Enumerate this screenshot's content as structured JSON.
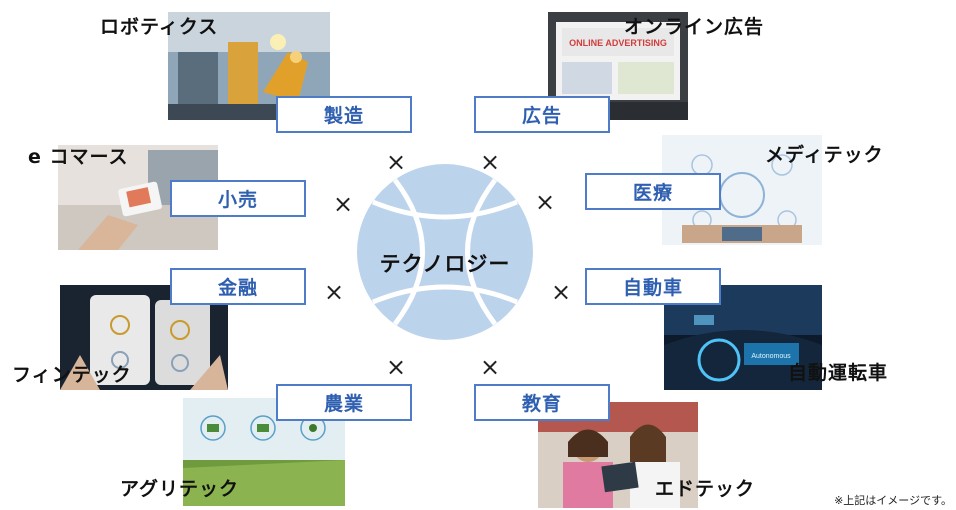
{
  "center": {
    "label": "テクノロジー"
  },
  "multiply_symbol": "×",
  "segments": {
    "robotics": {
      "industry": "製造",
      "tech": "ロボティクス"
    },
    "adtech": {
      "industry": "広告",
      "tech": "オンライン広告"
    },
    "medtech": {
      "industry": "医療",
      "tech": "メディテック"
    },
    "autonomous": {
      "industry": "自動車",
      "tech": "自動運転車"
    },
    "edtech": {
      "industry": "教育",
      "tech": "エドテック"
    },
    "agritech": {
      "industry": "農業",
      "tech": "アグリテック"
    },
    "fintech": {
      "industry": "金融",
      "tech": "フィンテック"
    },
    "ecommerce": {
      "industry": "小売",
      "tech": "e コマース"
    }
  },
  "photo_text": {
    "advertising": "ONLINE ADVERTISING",
    "car_hud": "Autonomous"
  },
  "footnote": "※上記はイメージです。",
  "colors": {
    "accent_blue": "#4f7cc9",
    "globe": "#bcd3ec"
  }
}
